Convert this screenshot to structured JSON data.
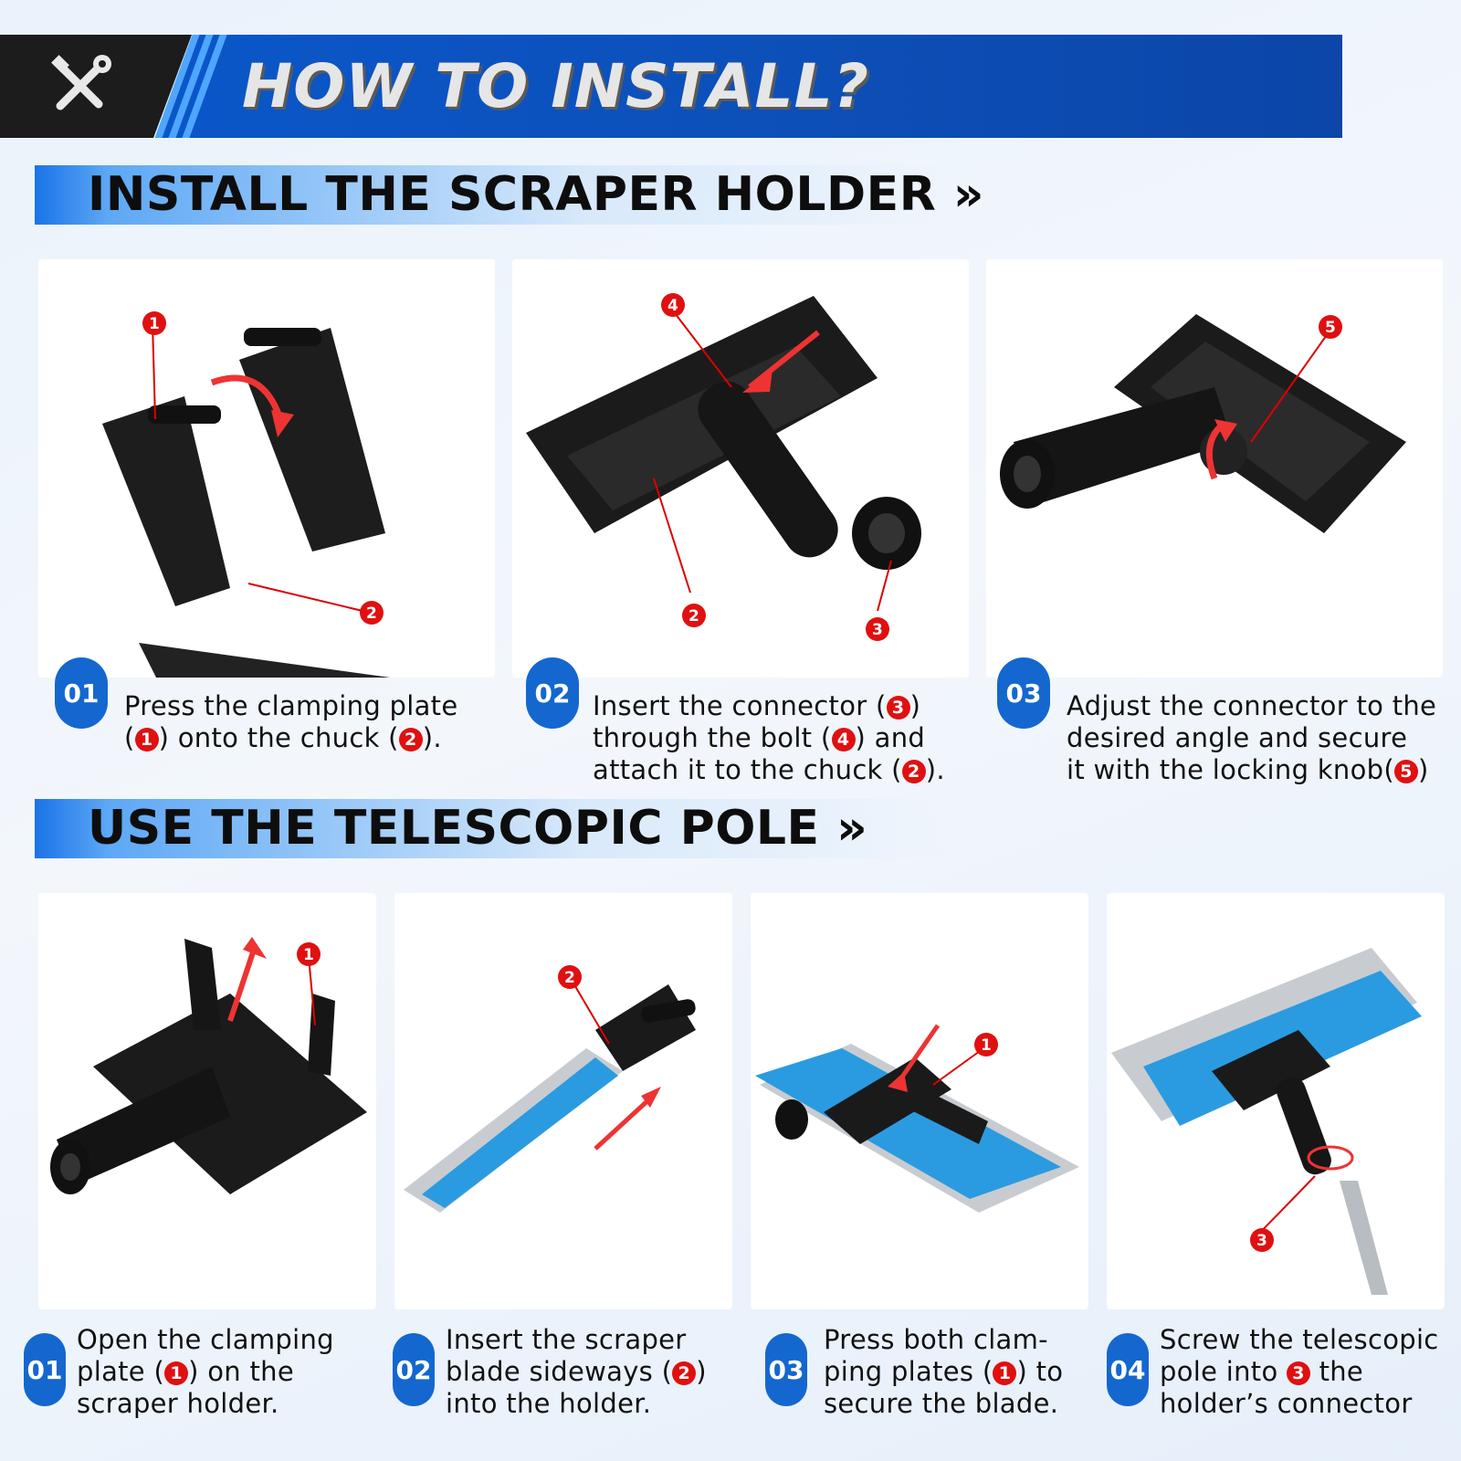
{
  "header": {
    "title": "HOW TO INSTALL?",
    "icon": "tools-icon"
  },
  "section1": {
    "title": "INSTALL THE SCRAPER HOLDER »",
    "steps": [
      {
        "badge": "01",
        "lines": [
          [
            {
              "t": "Press the clamping plate"
            }
          ],
          [
            {
              "t": "("
            },
            {
              "n": "1"
            },
            {
              "t": ") onto the chuck ("
            },
            {
              "n": "2"
            },
            {
              "t": ")."
            }
          ]
        ]
      },
      {
        "badge": "02",
        "lines": [
          [
            {
              "t": "Insert the connector ("
            },
            {
              "n": "3"
            },
            {
              "t": ")"
            }
          ],
          [
            {
              "t": "through the bolt ("
            },
            {
              "n": "4"
            },
            {
              "t": ") and"
            }
          ],
          [
            {
              "t": "attach it to the chuck ("
            },
            {
              "n": "2"
            },
            {
              "t": ")."
            }
          ]
        ]
      },
      {
        "badge": "03",
        "lines": [
          [
            {
              "t": "Adjust the connector to the"
            }
          ],
          [
            {
              "t": "desired angle and secure"
            }
          ],
          [
            {
              "t": "it with the locking knob("
            },
            {
              "n": "5"
            },
            {
              "t": ")"
            }
          ]
        ]
      }
    ]
  },
  "section2": {
    "title": "USE THE TELESCOPIC POLE »",
    "steps": [
      {
        "badge": "01",
        "lines": [
          [
            {
              "t": "Open the clamping"
            }
          ],
          [
            {
              "t": "plate ("
            },
            {
              "n": "1"
            },
            {
              "t": ") on the"
            }
          ],
          [
            {
              "t": "scraper holder."
            }
          ]
        ]
      },
      {
        "badge": "02",
        "lines": [
          [
            {
              "t": "Insert the scraper"
            }
          ],
          [
            {
              "t": "blade sideways ("
            },
            {
              "n": "2"
            },
            {
              "t": ")"
            }
          ],
          [
            {
              "t": "into the holder."
            }
          ]
        ]
      },
      {
        "badge": "03",
        "lines": [
          [
            {
              "t": "Press both clam-"
            }
          ],
          [
            {
              "t": "ping plates ("
            },
            {
              "n": "1"
            },
            {
              "t": ") to"
            }
          ],
          [
            {
              "t": "secure the blade."
            }
          ]
        ]
      },
      {
        "badge": "04",
        "lines": [
          [
            {
              "t": "Screw the telescopic"
            }
          ],
          [
            {
              "t": "pole into "
            },
            {
              "n": "3"
            },
            {
              "t": " the"
            }
          ],
          [
            {
              "t": "holder’s connector"
            }
          ]
        ]
      }
    ]
  },
  "markers": {
    "p1": [
      "1",
      "2"
    ],
    "p2": [
      "4",
      "2",
      "3"
    ],
    "p3": [
      "5"
    ],
    "p4": [
      "1"
    ],
    "p5": [
      "2"
    ],
    "p6": [
      "1"
    ],
    "p7": [
      "3"
    ]
  },
  "colors": {
    "brand_blue": "#1467cf",
    "marker_red": "#e01010",
    "blade_blue": "#2a9be0"
  }
}
